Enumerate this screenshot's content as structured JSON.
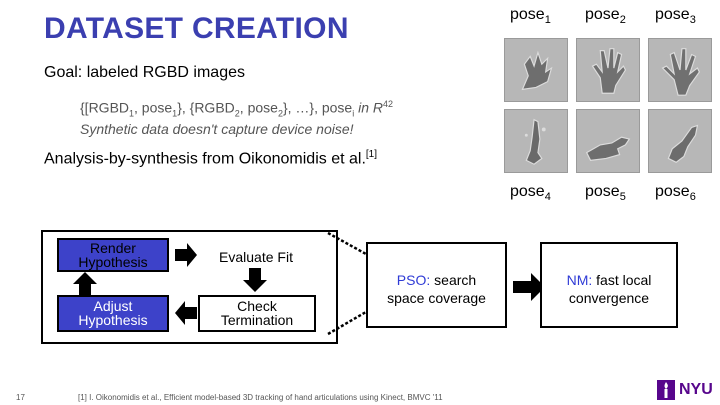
{
  "title": "DATASET CREATION",
  "poses": {
    "top": [
      {
        "name": "pose",
        "sub": "1"
      },
      {
        "name": "pose",
        "sub": "2"
      },
      {
        "name": "pose",
        "sub": "3"
      }
    ],
    "bottom": [
      {
        "name": "pose",
        "sub": "4"
      },
      {
        "name": "pose",
        "sub": "5"
      },
      {
        "name": "pose",
        "sub": "6"
      }
    ]
  },
  "goal": "Goal: labeled RGBD images",
  "tuple": {
    "p1": "{[RGBD",
    "s1": "1",
    "p2": ", pose",
    "s2": "1",
    "p3": "}, {RGBD",
    "s3": "2",
    "p4": ", pose",
    "s4": "2",
    "p5": "}, …}, pose",
    "s5": "i",
    "p6": " in R",
    "sup": "42"
  },
  "synthetic_note": "Synthetic data doesn't capture device noise!",
  "analysis": {
    "text": "Analysis-by-synthesis from Oikonomidis et al.",
    "ref": "[1]"
  },
  "loop": {
    "render": [
      "Render",
      "Hypothesis"
    ],
    "evaluate": "Evaluate Fit",
    "adjust": [
      "Adjust",
      "Hypothesis"
    ],
    "check": [
      "Check",
      "Termination"
    ]
  },
  "pso": {
    "label": "PSO:",
    "line1_rest": " search",
    "line2": "space coverage"
  },
  "nm": {
    "label": "NM:",
    "line1_rest": " fast local",
    "line2": "convergence"
  },
  "colors": {
    "title": "#3b3fb0",
    "box_blue": "#3d42c9",
    "highlight": "#2f3bd6",
    "nyu_purple": "#57068c"
  },
  "footer": {
    "slide_number": "17",
    "reference": "[1] I. Oikonomidis et al., Efficient model-based 3D tracking of hand articulations using Kinect, BMVC '11",
    "logo_text": "NYU",
    "logo_icon": "torch-icon"
  }
}
